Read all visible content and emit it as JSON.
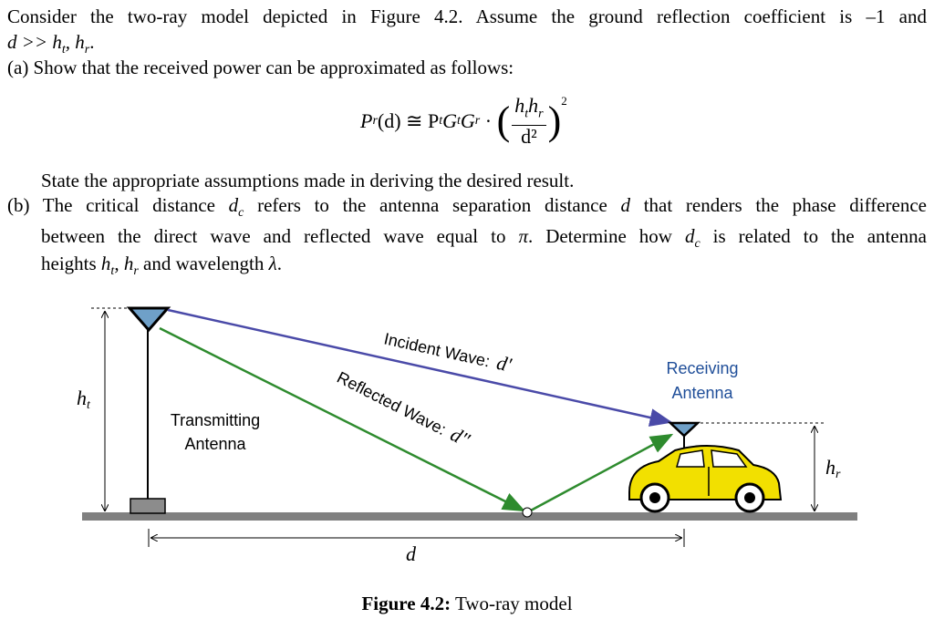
{
  "problem": {
    "line1": "Consider the two-ray model depicted in Figure 4.2. Assume the ground reflection coefficient is –1 and",
    "line2": "d >> h",
    "line2_sub_t": "t",
    "line2_mid": ", h",
    "line2_sub_r": "r",
    "line2_end": ".",
    "part_a": "(a) Show that the received power can be approximated as follows:",
    "equation": {
      "lhs": "P",
      "lhs_sub": "r",
      "lhs_arg": "(d) ≅ P",
      "pt_sub": "t",
      "g": "G",
      "gt_sub": "t",
      "g2": "G",
      "gr_sub": "r",
      "dot": " · ",
      "num": "h",
      "num_sub_t": "t",
      "num2": "h",
      "num_sub_r": "r",
      "den": "d²",
      "power": "2"
    },
    "part_a_note": "State the appropriate assumptions made in deriving the desired result.",
    "part_b_1a": "(b) The critical distance ",
    "part_b_1b": "d",
    "part_b_1c": "c",
    "part_b_1d": " refers to the antenna separation distance ",
    "part_b_1e": "d",
    "part_b_1f": " that renders the phase difference",
    "part_b_2a": "between the direct wave and reflected wave equal to ",
    "part_b_2b": "π",
    "part_b_2c": ". Determine how ",
    "part_b_2d": "d",
    "part_b_2e": "c",
    "part_b_2f": " is related to the antenna",
    "part_b_3a": "heights ",
    "part_b_3b": "h",
    "part_b_3c": "t",
    "part_b_3d": ", ",
    "part_b_3e": "h",
    "part_b_3f": "r",
    "part_b_3g": " and wavelength ",
    "part_b_3h": "λ",
    "part_b_3i": "."
  },
  "figure": {
    "incident_label": "Incident Wave:",
    "incident_var": "d'",
    "reflected_label": "Reflected Wave:",
    "reflected_var": "d\"",
    "tx_label_1": "Transmitting",
    "tx_label_2": "Antenna",
    "rx_label_1": "Receiving",
    "rx_label_2": "Antenna",
    "ht_label": "h",
    "ht_sub": "t",
    "hr_label": "h",
    "hr_sub": "r",
    "d_label": "d",
    "colors": {
      "incident": "#4a4aa8",
      "reflected": "#2e8b2e",
      "ground": "#808080",
      "car": "#f2e000",
      "antenna": "#6fa0c8",
      "rx_label": "#1f4e99"
    },
    "caption_bold": "Figure 4.2:",
    "caption_text": " Two-ray model"
  }
}
